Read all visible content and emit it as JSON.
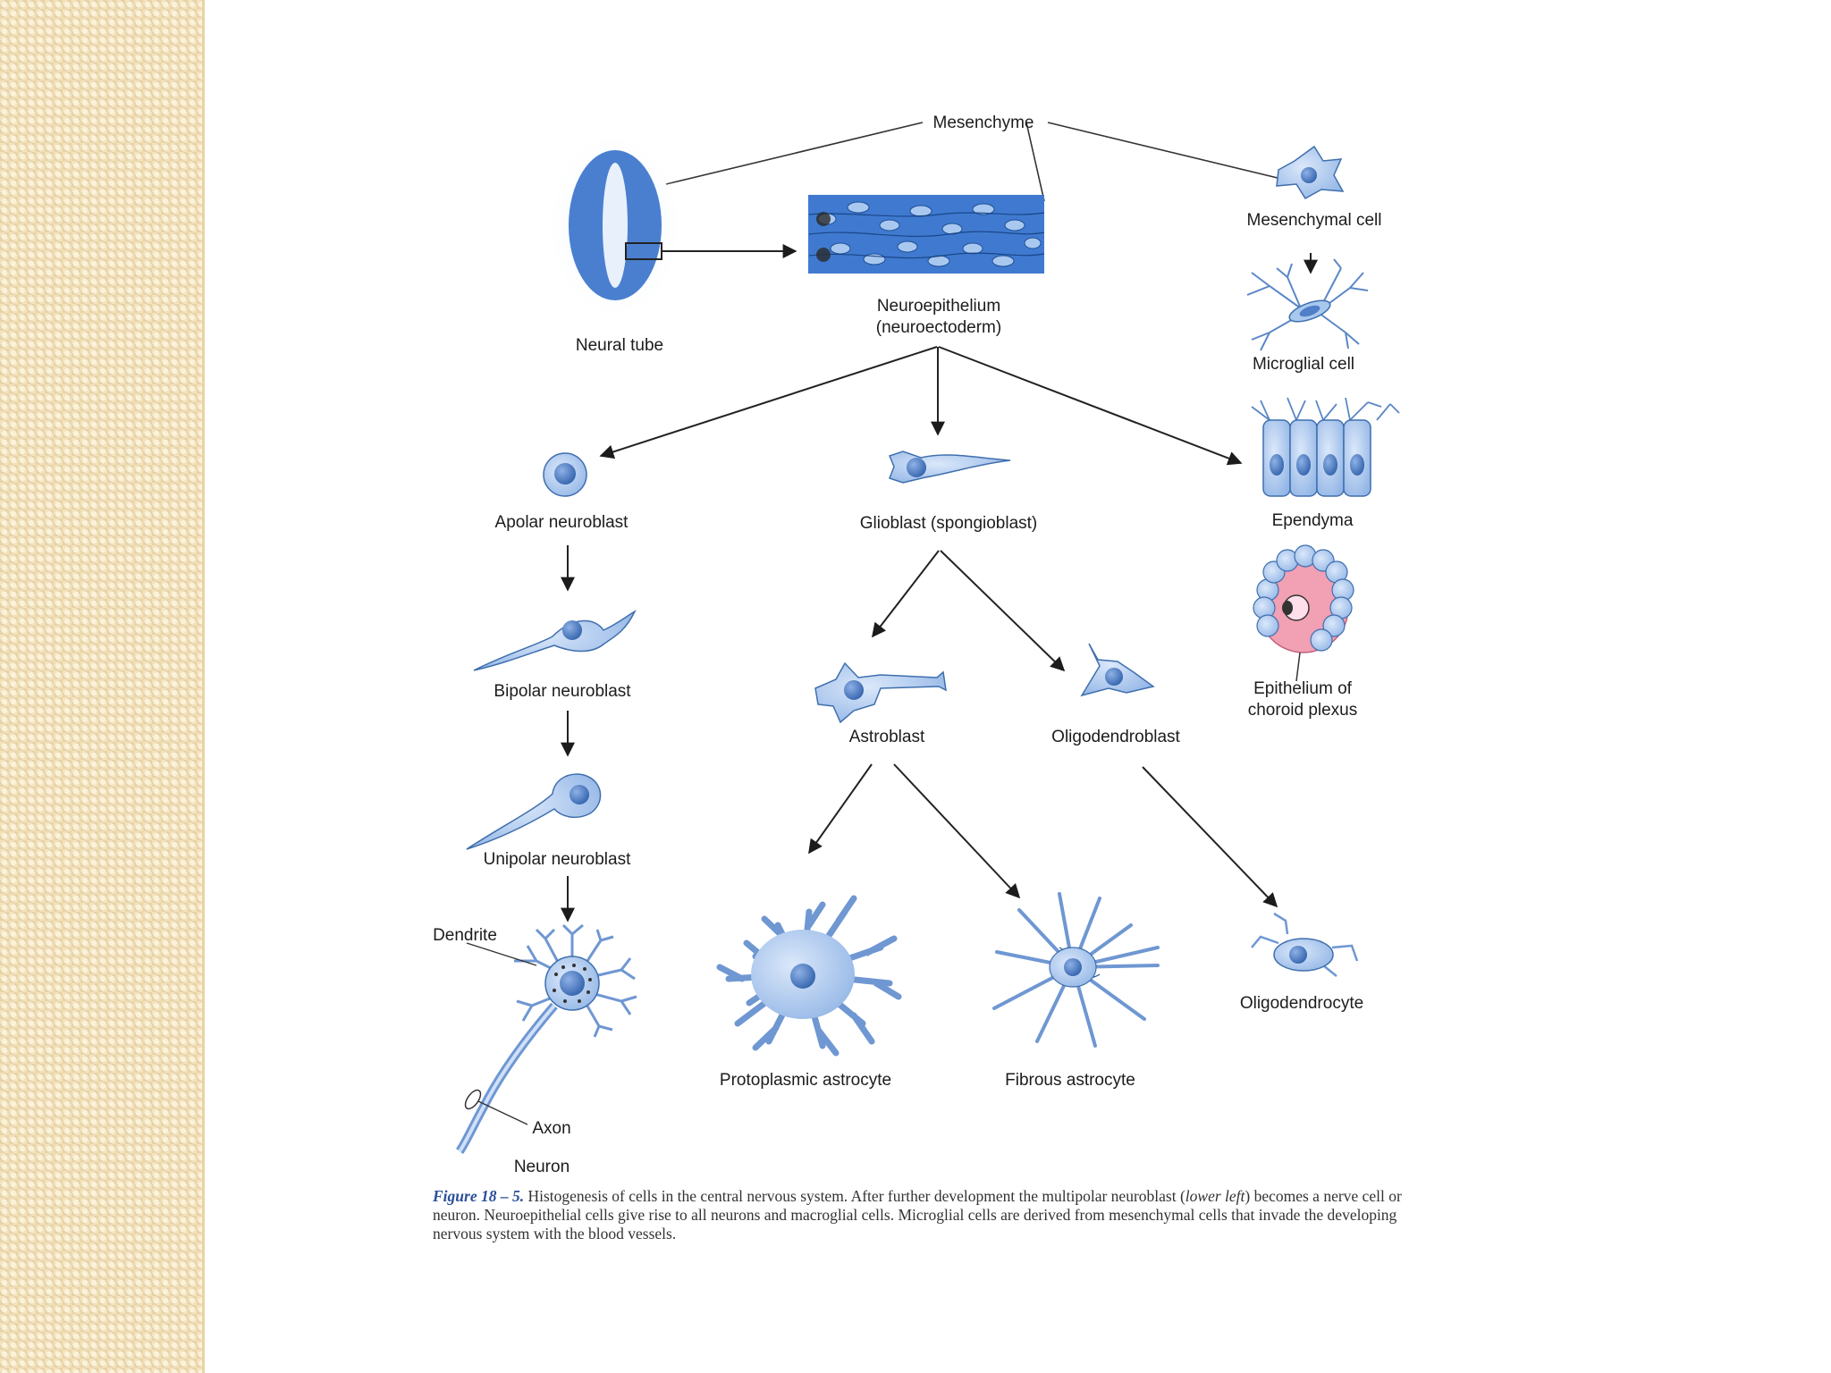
{
  "colors": {
    "side_strip": "#f3e2bd",
    "cell_fill": "#a9c8ee",
    "cell_stroke": "#3f6fae",
    "nucleus": "#4f7fc6",
    "tube_blue": "#4a7fd0",
    "choroid_pink": "#f2a0b4",
    "caption_figure_label": "#2a4f9a"
  },
  "diagram": {
    "labels": {
      "mesenchyme": "Mesenchyme",
      "mesenchymal_cell": "Mesenchymal cell",
      "neural_tube": "Neural tube",
      "neuroepithelium_line1": "Neuroepithelium",
      "neuroepithelium_line2": "(neuroectoderm)",
      "microglial_cell": "Microglial cell",
      "apolar_neuroblast": "Apolar neuroblast",
      "glioblast": "Glioblast (spongioblast)",
      "ependyma": "Ependyma",
      "bipolar_neuroblast": "Bipolar neuroblast",
      "epithelium_line1": "Epithelium of",
      "epithelium_line2": "choroid plexus",
      "astroblast": "Astroblast",
      "oligodendroblast": "Oligodendroblast",
      "unipolar_neuroblast": "Unipolar neuroblast",
      "dendrite": "Dendrite",
      "protoplasmic_astrocyte": "Protoplasmic astrocyte",
      "fibrous_astrocyte": "Fibrous astrocyte",
      "oligodendrocyte": "Oligodendrocyte",
      "axon": "Axon",
      "neuron": "Neuron"
    }
  },
  "caption": {
    "figure_label": "Figure 18 – 5.",
    "text_1": " Histogenesis of cells in the central nervous system. After further development the multipolar neuroblast (",
    "italic_1": "lower left",
    "text_2": ") becomes a nerve cell or neuron. Neuroepithelial cells give rise to all neurons and macroglial cells. Microglial cells are derived from mesenchymal cells that invade the developing nervous system with the blood vessels."
  }
}
